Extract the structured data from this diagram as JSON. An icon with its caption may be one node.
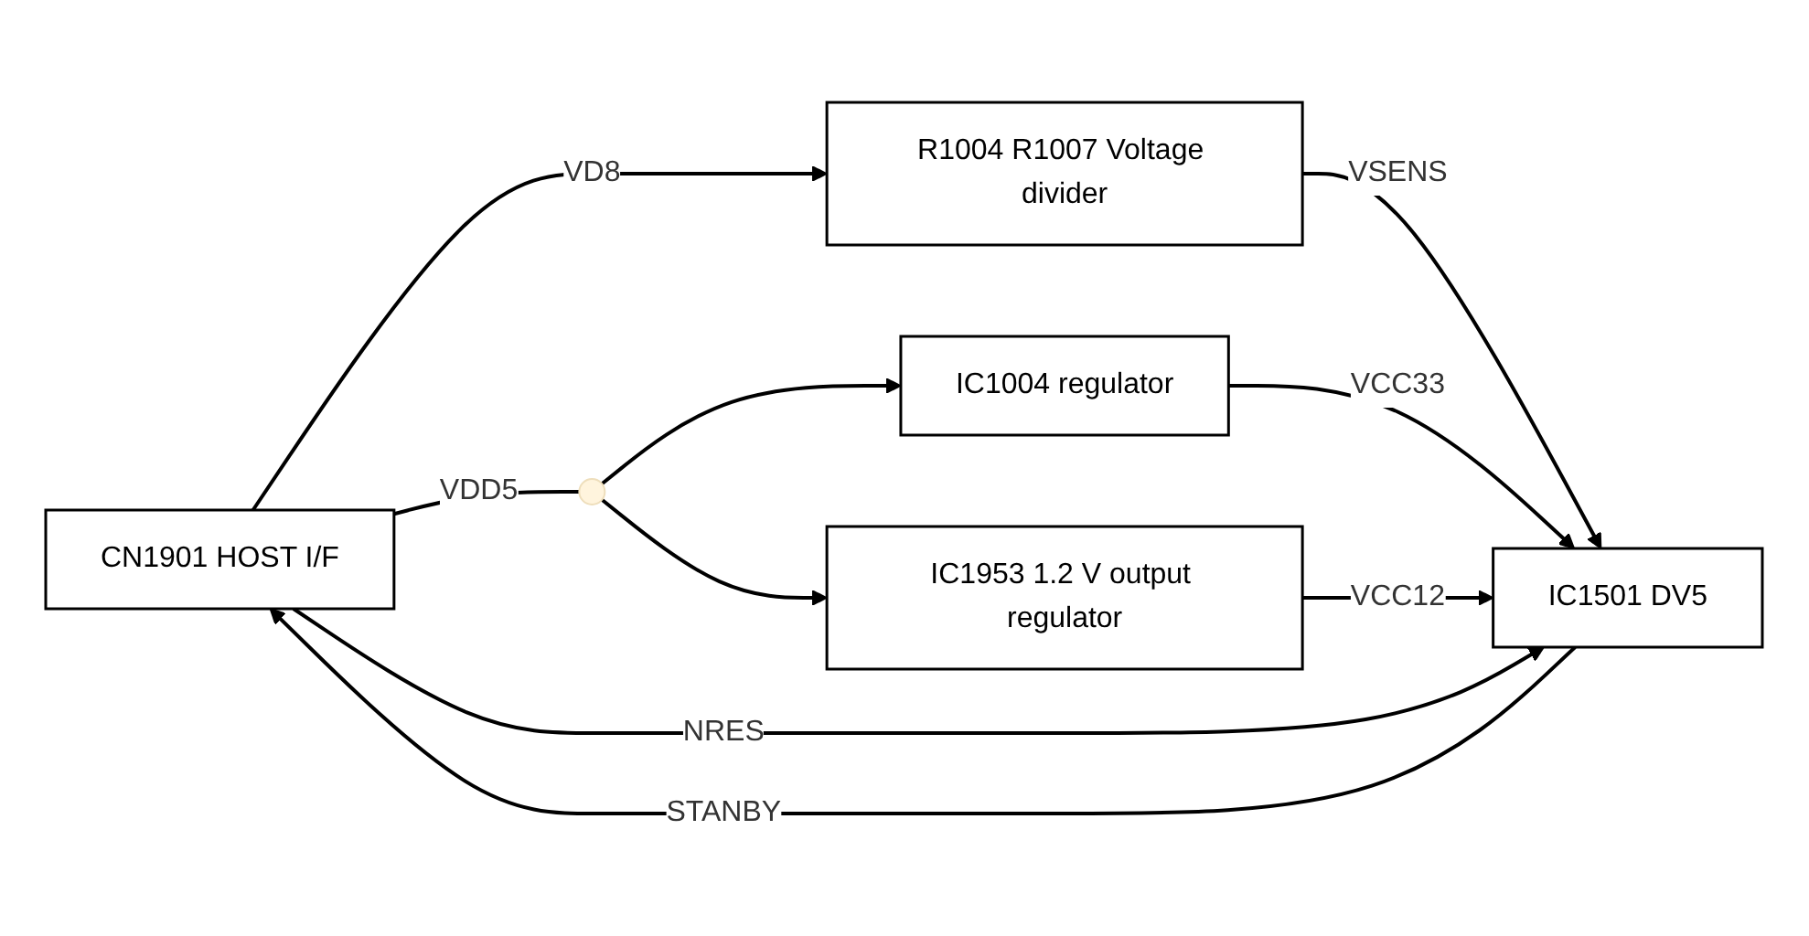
{
  "diagram": {
    "nodes": [
      {
        "text": [
          "CN1901 HOST I/F"
        ]
      },
      {
        "text": [
          "R1004 R1007 Voltage divider"
        ]
      },
      {
        "text": [
          "IC1004 regulator"
        ]
      },
      {
        "text": [
          "IC1953 1.2 V output regulator"
        ]
      },
      {
        "text": [
          "IC1501 DV5"
        ]
      },
      {
        "text": [],
        "shape": "circle"
      }
    ],
    "edges": [
      {
        "from": 0,
        "to": 1,
        "arrow": "to",
        "label": "VD8"
      },
      {
        "from": 1,
        "to": 4,
        "arrow": "to",
        "label": "VSENS"
      },
      {
        "from": 0,
        "to": 5,
        "arrow": "none",
        "label": "VDD5"
      },
      {
        "from": 5,
        "to": 2,
        "arrow": "to"
      },
      {
        "from": 5,
        "to": 3,
        "arrow": "to"
      },
      {
        "from": 2,
        "to": 4,
        "arrow": "to",
        "label": "VCC33"
      },
      {
        "from": 3,
        "to": 4,
        "arrow": "to",
        "label": "VCC12"
      },
      {
        "from": 4,
        "to": 0,
        "arrow": "to",
        "label": "STANBY"
      },
      {
        "from": 0,
        "to": 4,
        "arrow": "to",
        "label": "NRES"
      }
    ]
  }
}
